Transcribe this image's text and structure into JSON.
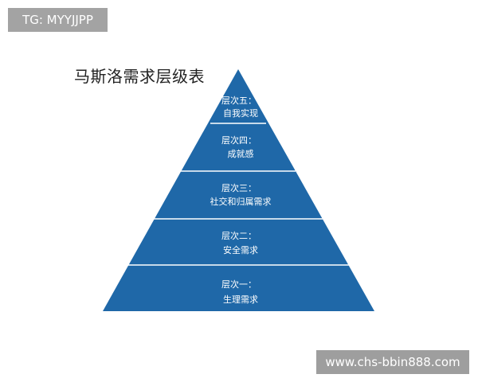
{
  "badge": {
    "text": "TG: MYYJJPP"
  },
  "title": "马斯洛需求层级表",
  "watermark": {
    "text": "www.chs-bbin888.com"
  },
  "colors": {
    "pyramid_fill": "#1f68a8",
    "divider": "#ffffff",
    "badge_bg": "#a3a3a3"
  },
  "levels": [
    {
      "label": "层次五：",
      "name": "自我实现"
    },
    {
      "label": "层次四：",
      "name": "成就感"
    },
    {
      "label": "层次三：",
      "name": "社交和归属需求"
    },
    {
      "label": "层次二：",
      "name": "安全需求"
    },
    {
      "label": "层次一：",
      "name": "生理需求"
    }
  ]
}
